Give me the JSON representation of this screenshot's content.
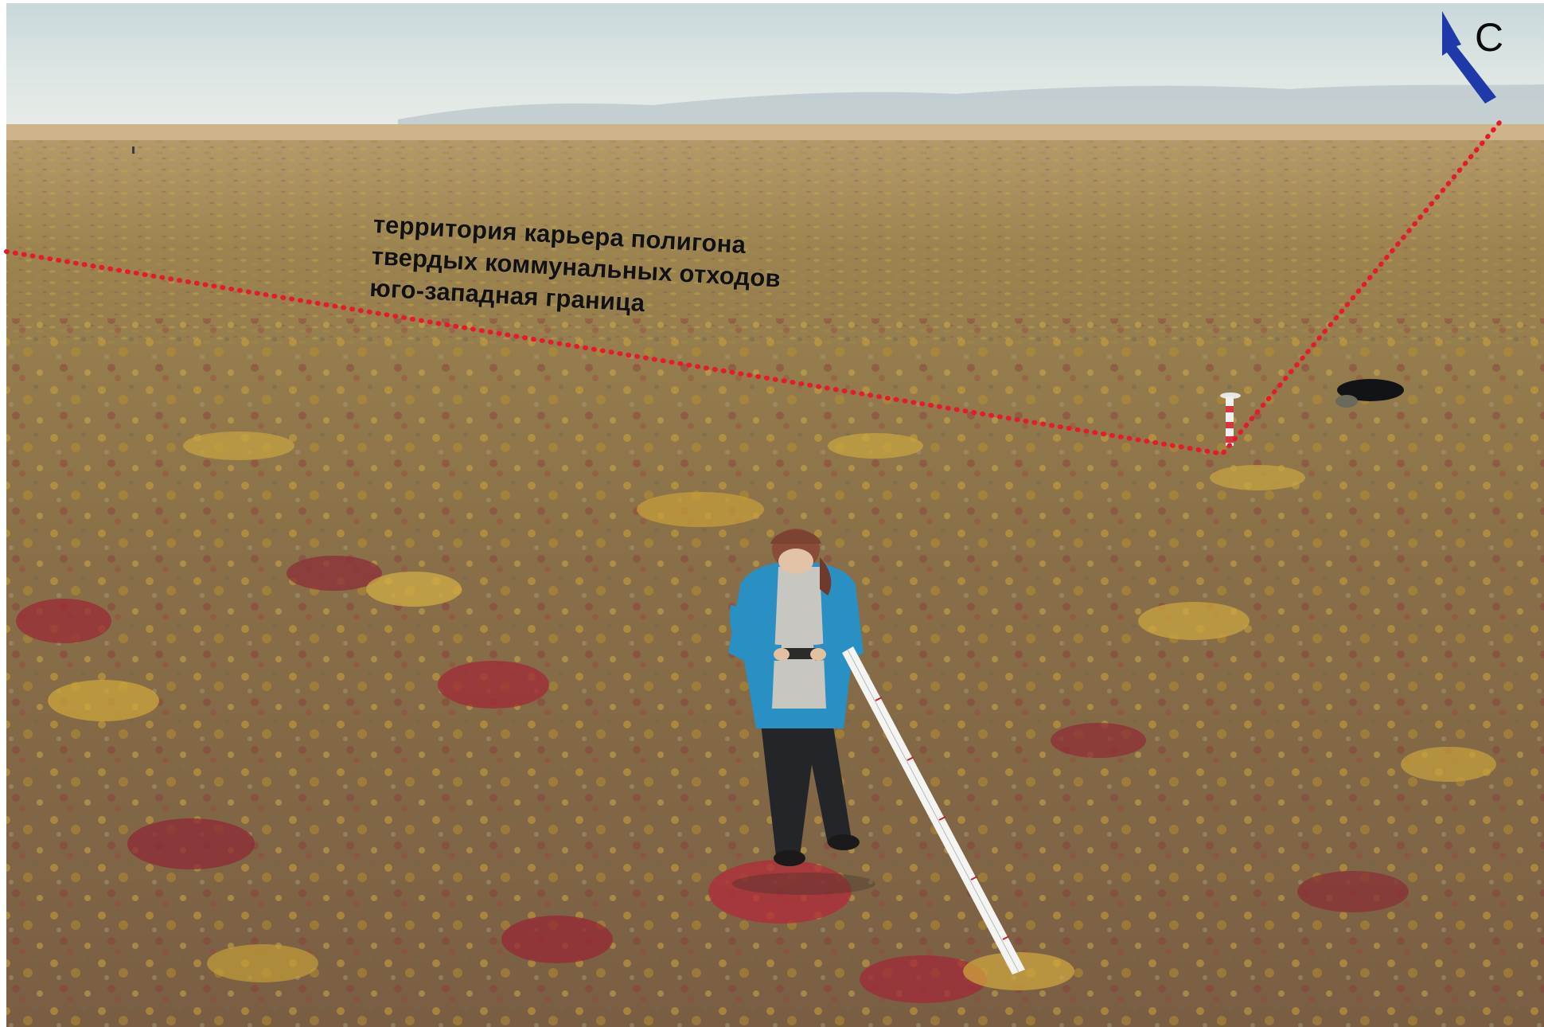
{
  "annotation": {
    "lines": [
      "территория карьера полигона",
      "твердых коммунальных отходов",
      "юго-западная граница"
    ]
  },
  "north_arrow": {
    "letter": "С",
    "color": "#1f3aa8"
  },
  "boundary": {
    "color": "#e8192c",
    "style": "dotted"
  },
  "icons": {
    "north": "north-arrow-icon"
  }
}
